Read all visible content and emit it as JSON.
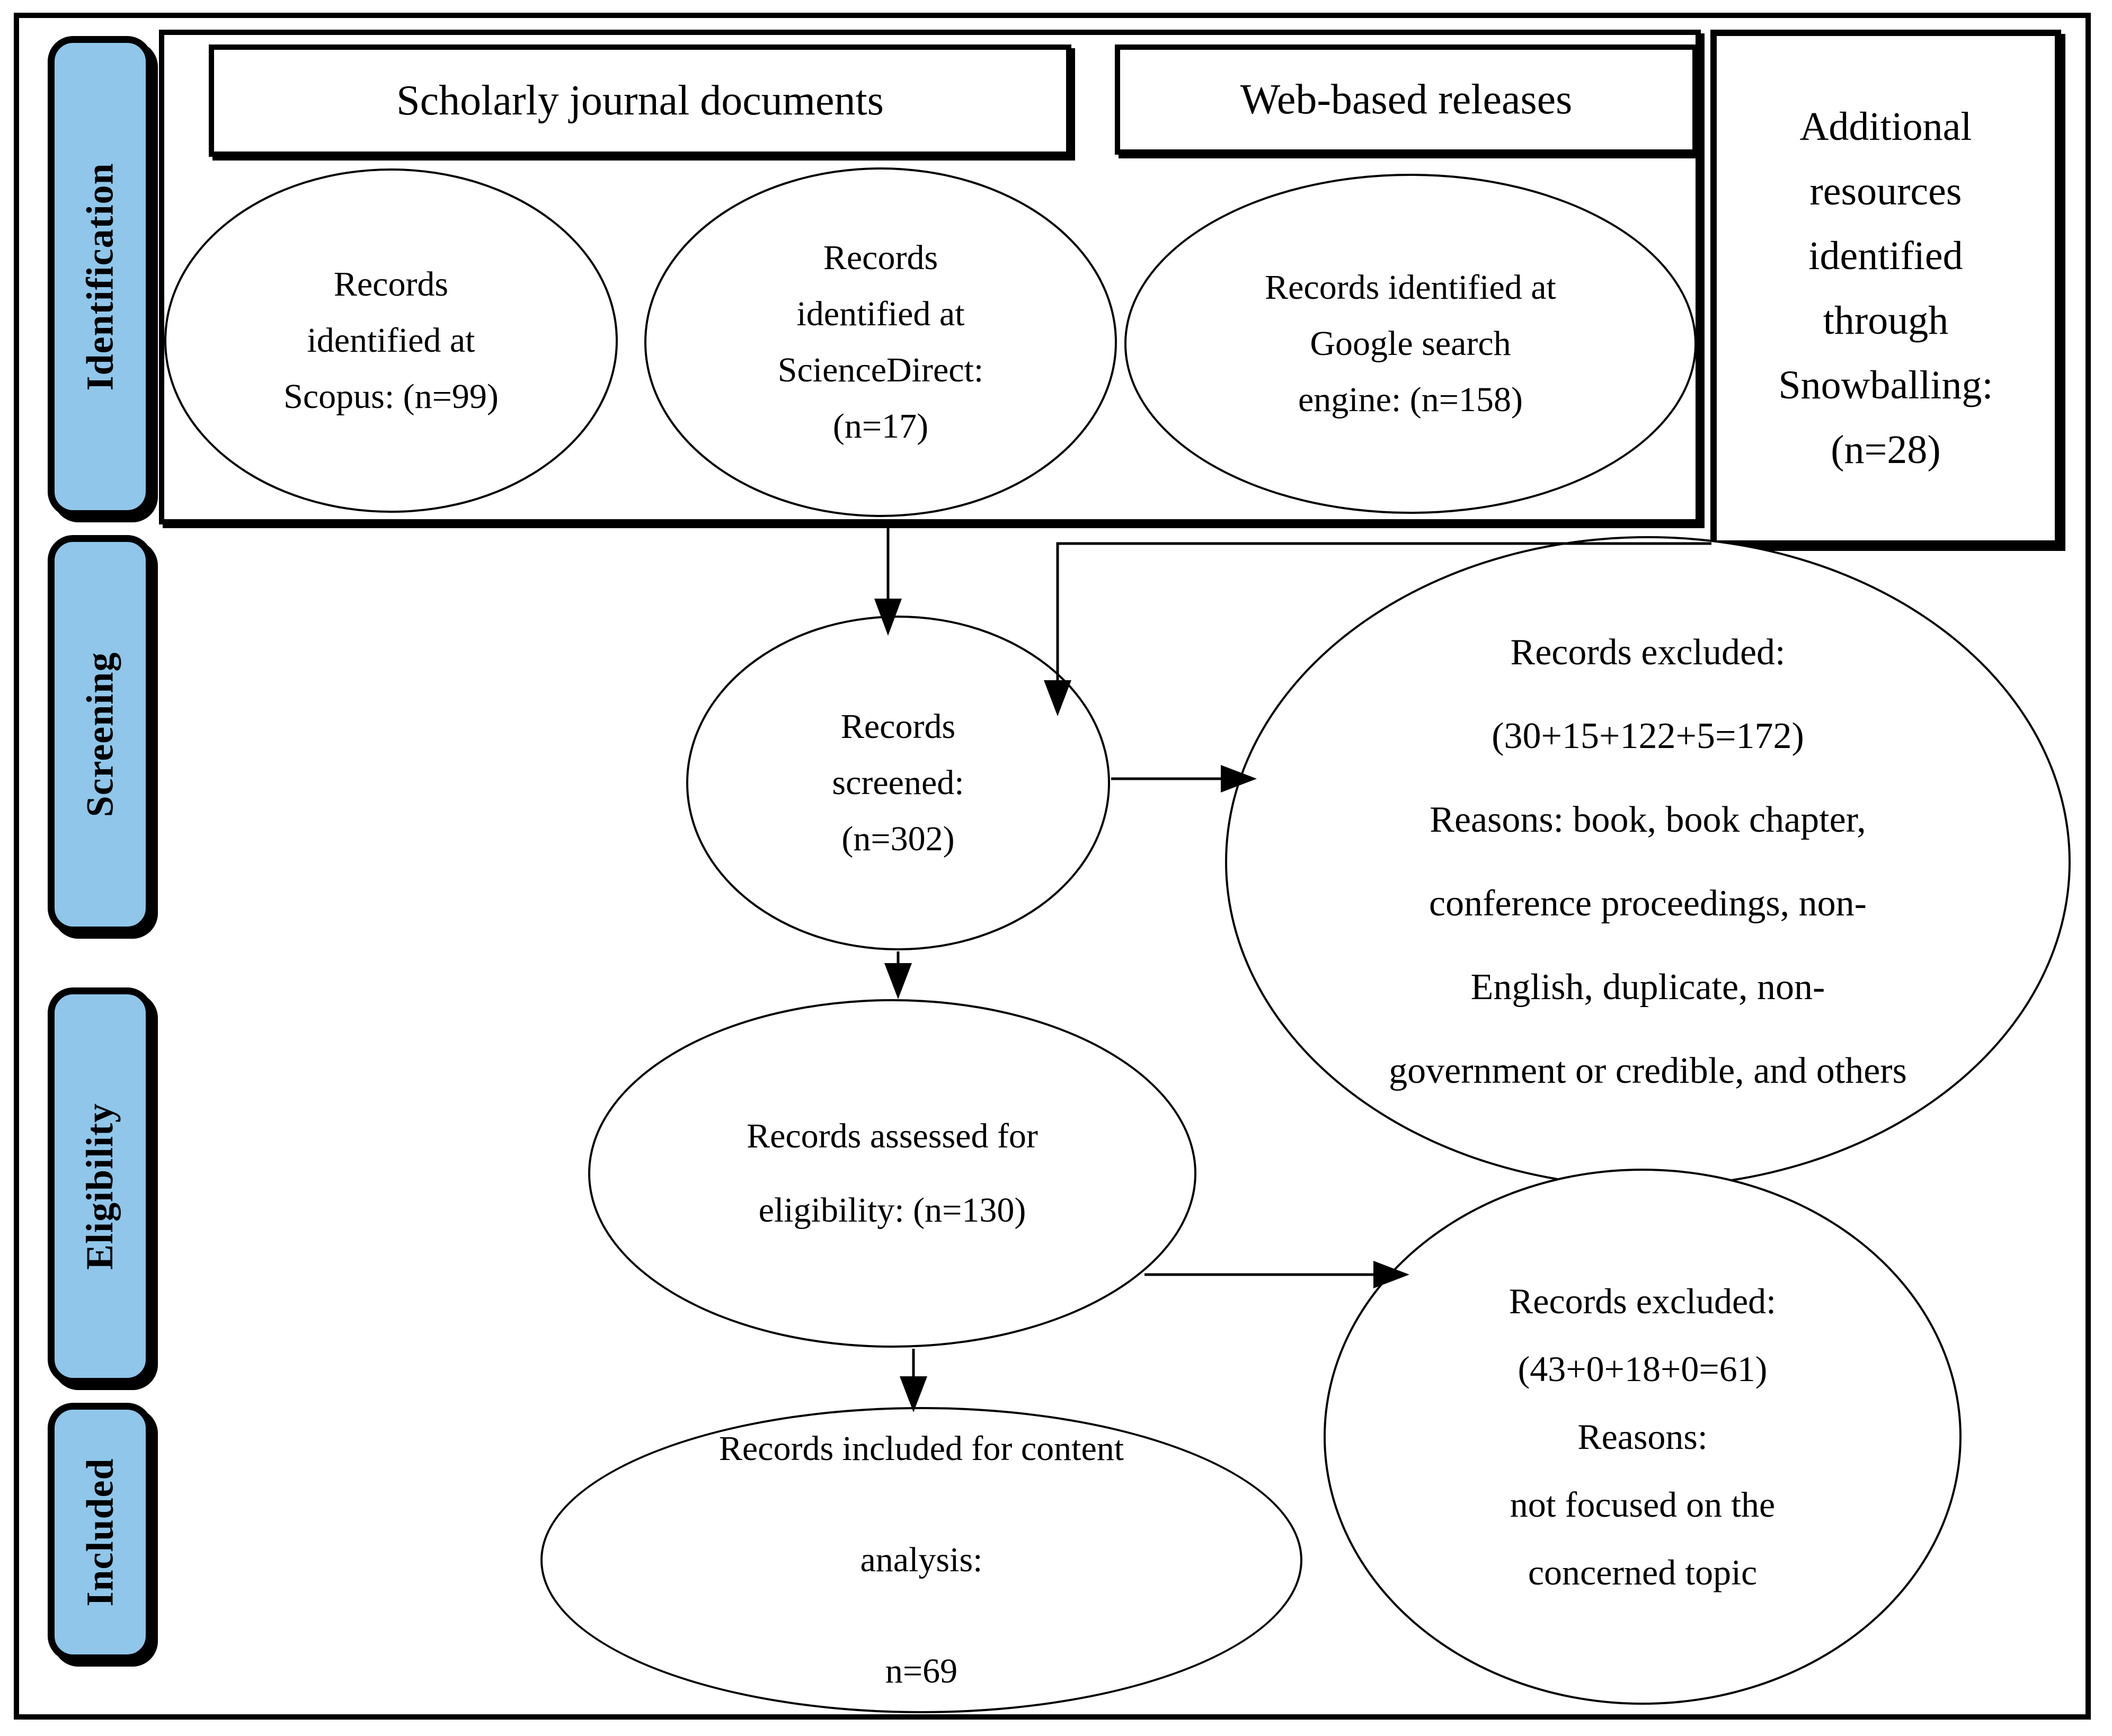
{
  "colors": {
    "stage_fill": "#8FC6E9",
    "line": "#000000",
    "background": "#FFFFFF"
  },
  "sidebar": {
    "stages": [
      {
        "id": "identification",
        "label": "Identification"
      },
      {
        "id": "screening",
        "label": "Screening"
      },
      {
        "id": "eligibility",
        "label": "Eligibility"
      },
      {
        "id": "included",
        "label": "Included"
      }
    ]
  },
  "headers": {
    "scholarly_journal": "Scholarly journal documents",
    "web_based": "Web-based releases"
  },
  "boxes": {
    "snowballing": {
      "lines": [
        "Additional",
        "resources",
        "identified",
        "through",
        "Snowballing:",
        "(n=28)"
      ]
    }
  },
  "nodes": {
    "scopus": {
      "lines": [
        "Records",
        "identified at",
        "Scopus: (n=99)"
      ]
    },
    "sciencedirect": {
      "lines": [
        "Records",
        "identified at",
        "ScienceDirect:",
        "(n=17)"
      ]
    },
    "google": {
      "lines": [
        "Records identified at",
        "Google search",
        "engine: (n=158)"
      ]
    },
    "screened": {
      "lines": [
        "Records",
        "screened:",
        "(n=302)"
      ]
    },
    "excluded_screening": {
      "lines": [
        "Records excluded:",
        "(30+15+122+5=172)",
        "Reasons: book, book chapter,",
        "conference proceedings, non-",
        "English, duplicate, non-",
        "government or credible, and others"
      ]
    },
    "assessed": {
      "lines": [
        "Records assessed for",
        "eligibility: (n=130)"
      ]
    },
    "excluded_eligibility": {
      "lines": [
        "Records excluded:",
        "(43+0+18+0=61)",
        "Reasons:",
        "not focused on the",
        "concerned topic"
      ]
    },
    "included": {
      "lines": [
        "Records included for content",
        "analysis:",
        "n=69"
      ]
    }
  }
}
